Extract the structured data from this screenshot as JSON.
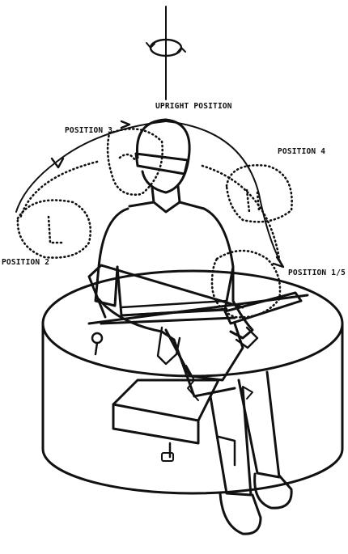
{
  "labels": {
    "upright": "UPRIGHT POSITION",
    "position_3": "POSITION 3",
    "position_4": "POSITION 4",
    "position_2": "POSITION 2",
    "position_1_5": "POSITION 1/5"
  },
  "colors": {
    "ink": "#111111",
    "background": "#ffffff"
  }
}
